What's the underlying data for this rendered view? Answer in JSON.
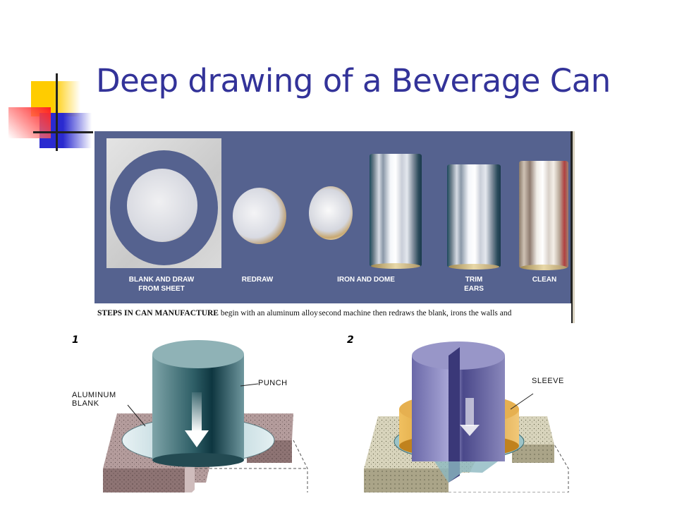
{
  "slide": {
    "title": "Deep drawing of a Beverage Can",
    "accent_colors": {
      "title": "#333399",
      "logo_yellow": "#ffcc00",
      "logo_red": "#ff2020",
      "logo_blue": "#2a2ad0",
      "photo_background": "#55628f"
    }
  },
  "photo": {
    "steps": [
      {
        "line1": "BLANK AND DRAW",
        "line2": "FROM SHEET"
      },
      {
        "line1": "REDRAW",
        "line2": ""
      },
      {
        "line1": "IRON AND DOME",
        "line2": ""
      },
      {
        "line1": "TRIM",
        "line2": "EARS"
      },
      {
        "line1": "CLEAN",
        "line2": ""
      }
    ],
    "caption": {
      "left_bold": "STEPS IN CAN MANUFACTURE",
      "left_rest": " begin with an aluminum alloy",
      "right": "second machine then redraws the blank, irons the walls and"
    }
  },
  "diagrams": [
    {
      "number": "1",
      "labels": {
        "punch": "PUNCH",
        "blank_line1": "ALUMINUM",
        "blank_line2": "BLANK"
      }
    },
    {
      "number": "2",
      "labels": {
        "sleeve": "SLEEVE"
      }
    }
  ]
}
